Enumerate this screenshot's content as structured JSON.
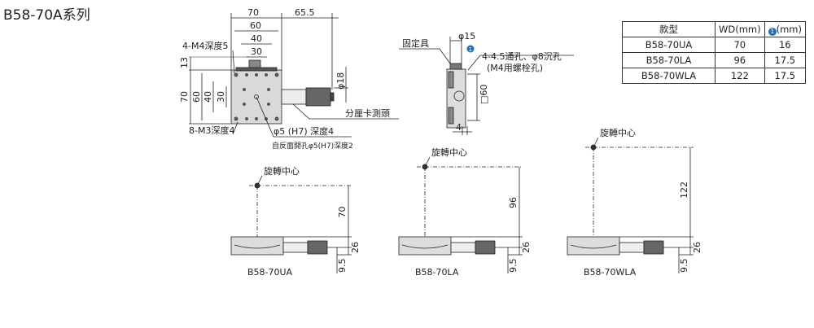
{
  "title": "B58-70A系列",
  "top_view": {
    "dims": {
      "w70": "70",
      "w65_5": "65.5",
      "w60": "60",
      "w40": "40",
      "w30": "30",
      "h13": "13",
      "h70": "70",
      "h60": "60",
      "h40": "40",
      "h30": "30",
      "d18": "φ18"
    },
    "labels": {
      "m4": "4-M4深度5",
      "m3": "8-M3深度4",
      "micrometer": "分厘卡測頭",
      "pin": "φ5 (H7) 深度4",
      "back": "自反面開孔φ5(H7)深度2"
    }
  },
  "side_view": {
    "fixture": "固定具",
    "d15": "φ15",
    "marker": "1",
    "holes": "4-4.5通孔、φ8沉孔",
    "holes2": "(M4用螺栓孔)",
    "sq60": "□60",
    "w4": "4"
  },
  "table": {
    "headers": [
      "款型",
      "WD(mm)",
      "(mm)"
    ],
    "marker": "1",
    "rows": [
      [
        "B58-70UA",
        "70",
        "16"
      ],
      [
        "B58-70LA",
        "96",
        "17.5"
      ],
      [
        "B58-70WLA",
        "122",
        "17.5"
      ]
    ]
  },
  "front_views": [
    {
      "model": "B58-70UA",
      "center_label": "旋轉中心",
      "wd": "70",
      "h26": "26",
      "h9_5": "9.5"
    },
    {
      "model": "B58-70LA",
      "center_label": "旋轉中心",
      "wd": "96",
      "h26": "26",
      "h9_5": "9.5"
    },
    {
      "model": "B58-70WLA",
      "center_label": "旋轉中心",
      "wd": "122",
      "h26": "26",
      "h9_5": "9.5"
    }
  ],
  "colors": {
    "line": "#222222",
    "stage": "#d9d9d9",
    "marker": "#1e6fc0"
  }
}
